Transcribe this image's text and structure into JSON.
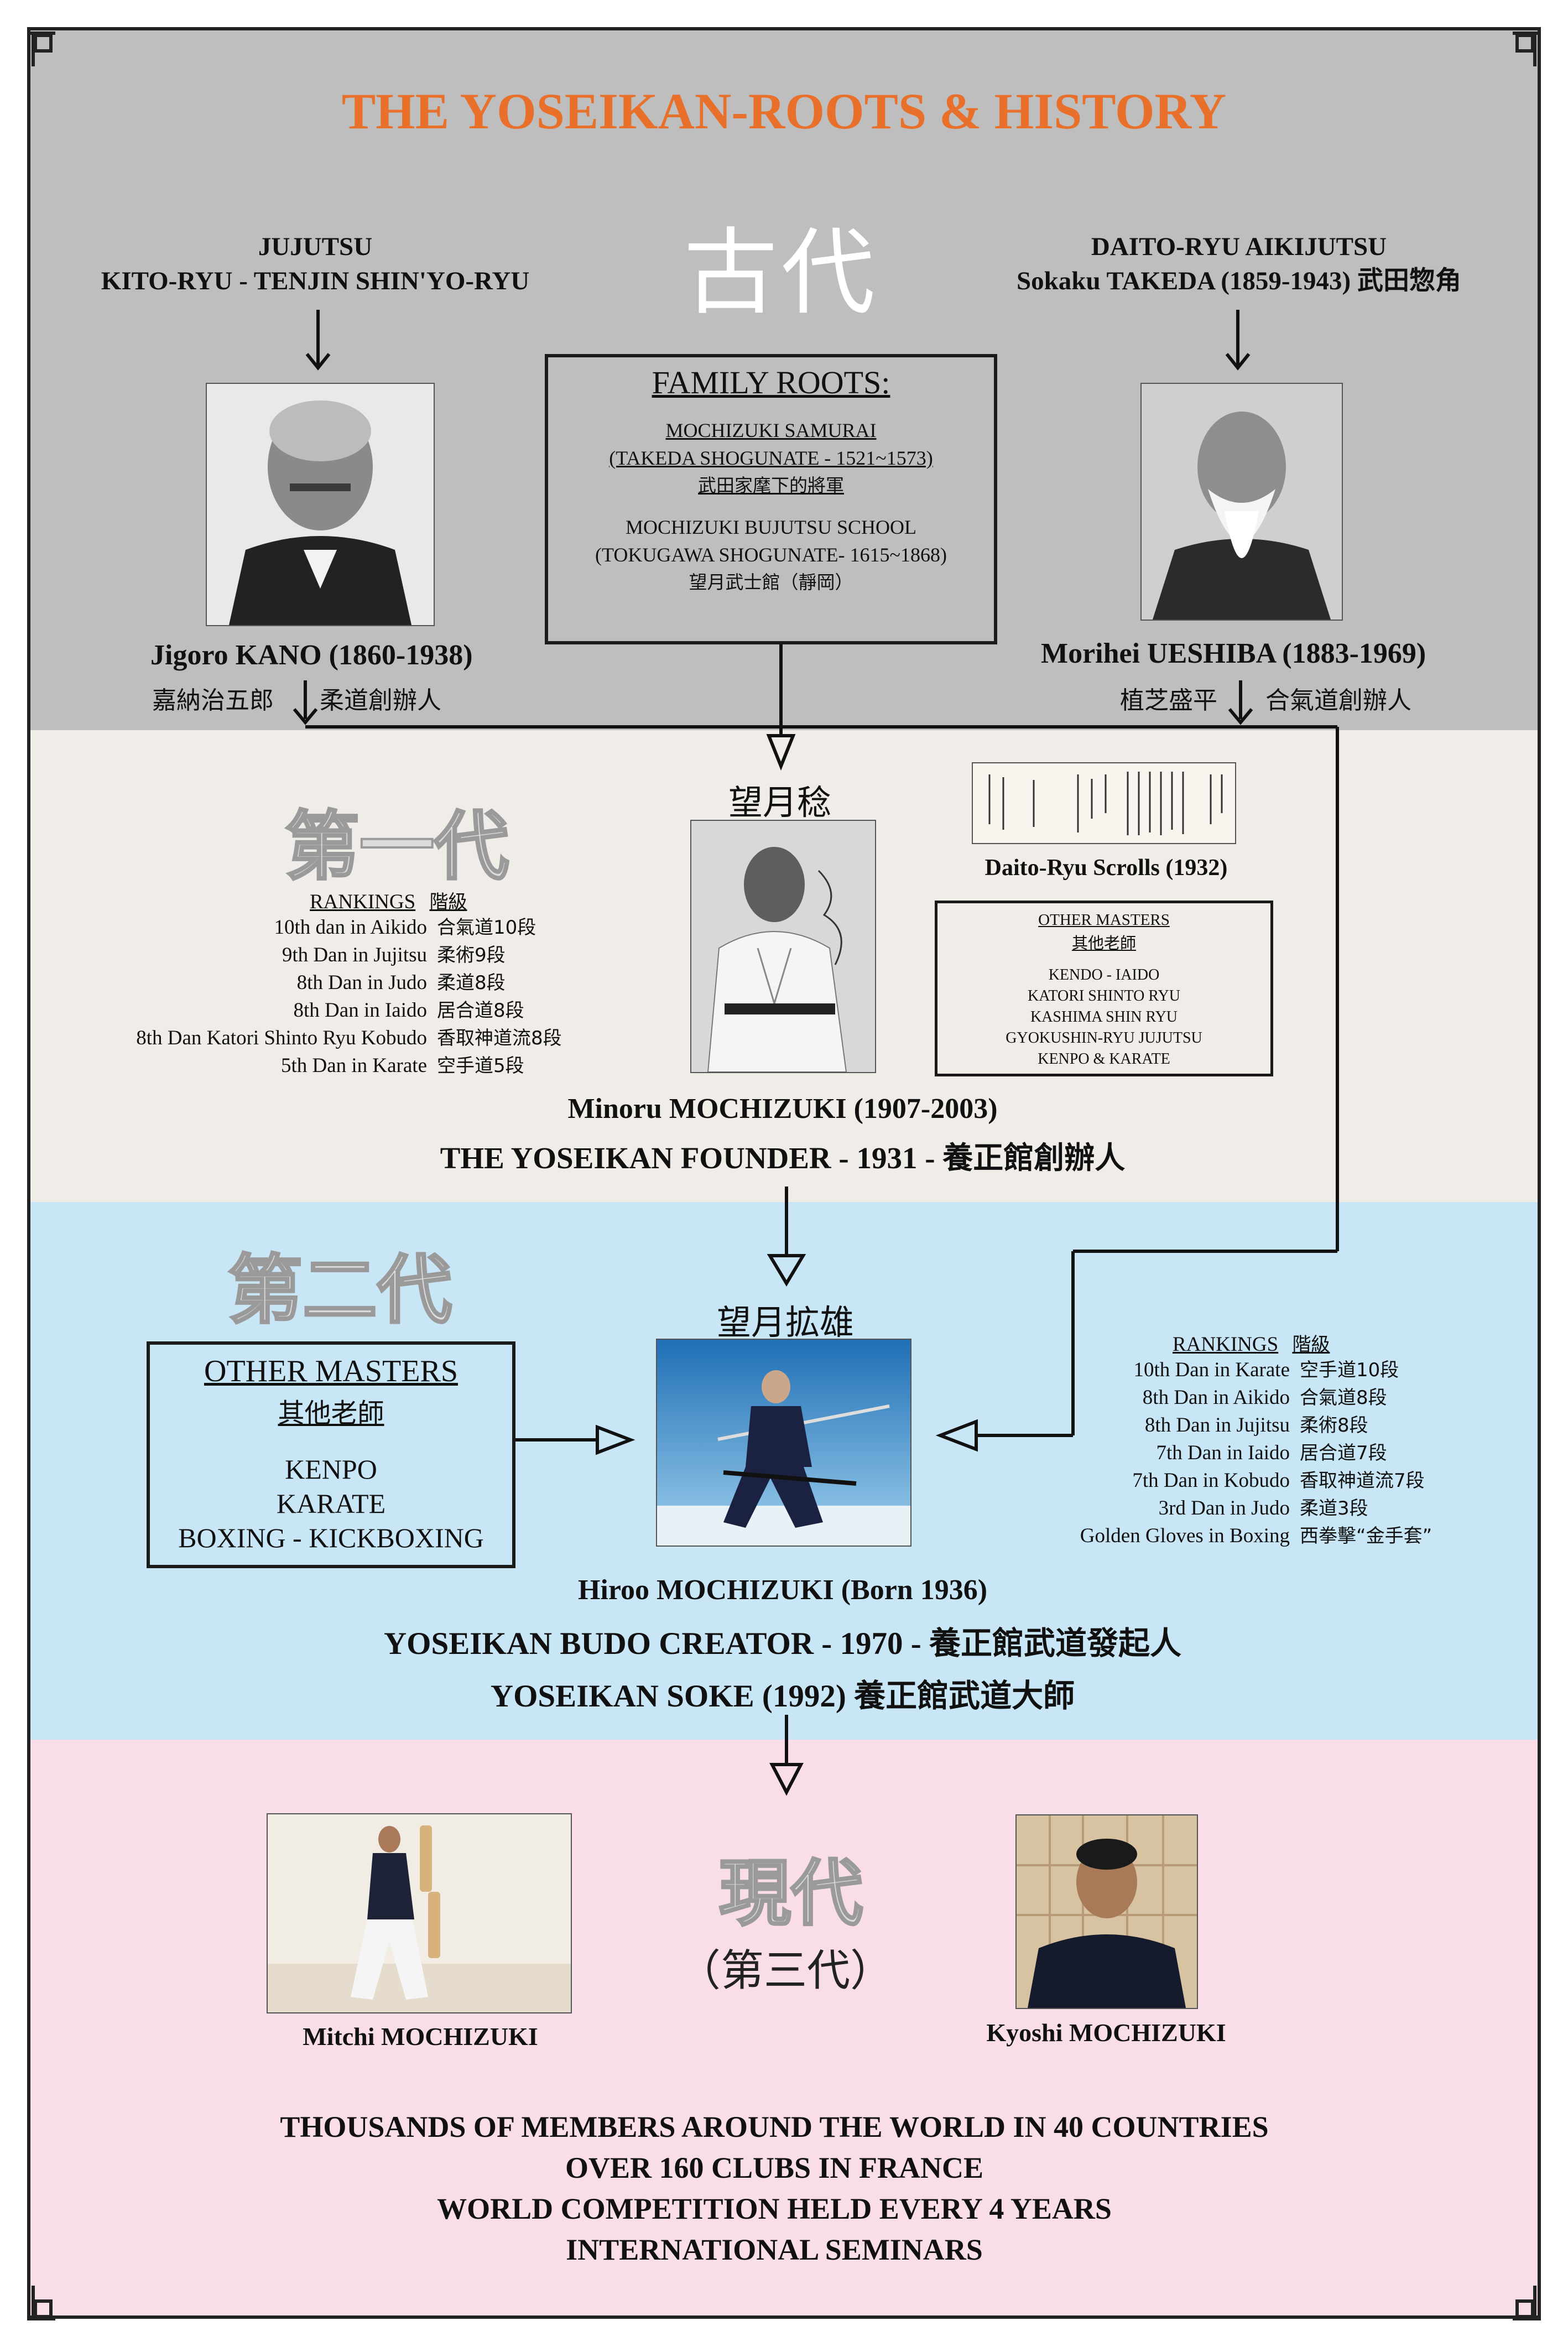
{
  "title": "THE YOSEIKAN-ROOTS & HISTORY",
  "colors": {
    "title": "#e8702a",
    "band_ancient": "#bebebe",
    "band_gen1": "#f0ece8",
    "band_gen2": "#c8e6f5",
    "band_gen3": "#f9dde8",
    "frame": "#222222"
  },
  "ancient": {
    "era_label": "古代",
    "left": {
      "line1": "JUJUTSU",
      "line2": "KITO-RYU - TENJIN SHIN'YO-RYU"
    },
    "right": {
      "line1": "DAITO-RYU AIKIJUTSU",
      "line2": "Sokaku TAKEDA (1859-1943) 武田惣角"
    },
    "family_roots": {
      "heading": "FAMILY ROOTS:",
      "samurai_line1": "MOCHIZUKI SAMURAI",
      "samurai_line2": "(TAKEDA SHOGUNATE - 1521~1573)",
      "samurai_line3": "武田家麾下的將軍",
      "school_line1": "MOCHIZUKI BUJUTSU SCHOOL",
      "school_line2": "(TOKUGAWA SHOGUNATE- 1615~1868)",
      "school_line3": "望月武士館（靜岡）"
    },
    "kano": {
      "name": "Jigoro KANO (1860-1938)",
      "jp_name": "嘉納治五郎",
      "jp_title": "柔道創辦人"
    },
    "ueshiba": {
      "name": "Morihei UESHIBA (1883-1969)",
      "jp_name": "植芝盛平",
      "jp_title": "合氣道創辦人"
    }
  },
  "gen1": {
    "label": "第一代",
    "jp_name": "望月稔",
    "scroll_caption": "Daito-Ryu Scrolls (1932)",
    "rankings_heading": "RANKINGS",
    "rankings_heading_jp": "階級",
    "rankings": [
      {
        "en": "10th dan in Aikido",
        "jp": "合氣道10段"
      },
      {
        "en": "9th Dan in Jujitsu",
        "jp": "柔術9段"
      },
      {
        "en": "8th Dan in Judo",
        "jp": "柔道8段"
      },
      {
        "en": "8th Dan in Iaido",
        "jp": "居合道8段"
      },
      {
        "en": "8th Dan Katori Shinto Ryu Kobudo",
        "jp": "香取神道流8段"
      },
      {
        "en": "5th Dan in Karate",
        "jp": "空手道5段"
      }
    ],
    "other_masters": {
      "heading": "OTHER MASTERS",
      "heading_jp": "其他老師",
      "items": [
        "KENDO - IAIDO",
        "KATORI SHINTO RYU",
        "KASHIMA SHIN RYU",
        "GYOKUSHIN-RYU JUJUTSU",
        "KENPO & KARATE"
      ]
    },
    "name": "Minoru MOCHIZUKI (1907-2003)",
    "title": "THE YOSEIKAN FOUNDER - 1931 - 養正館創辦人"
  },
  "gen2": {
    "label": "第二代",
    "jp_name": "望月拡雄",
    "other_masters": {
      "heading": "OTHER MASTERS",
      "heading_jp": "其他老師",
      "items": [
        "KENPO",
        "KARATE",
        "BOXING - KICKBOXING"
      ]
    },
    "rankings_heading": "RANKINGS",
    "rankings_heading_jp": "階級",
    "rankings": [
      {
        "en": "10th Dan in Karate",
        "jp": "空手道10段"
      },
      {
        "en": "8th Dan in Aikido",
        "jp": "合氣道8段"
      },
      {
        "en": "8th Dan in Jujitsu",
        "jp": "柔術8段"
      },
      {
        "en": "7th Dan in Iaido",
        "jp": "居合道7段"
      },
      {
        "en": "7th Dan in Kobudo",
        "jp": "香取神道流7段"
      },
      {
        "en": "3rd Dan in Judo",
        "jp": "柔道3段"
      },
      {
        "en": "Golden Gloves in Boxing",
        "jp": "西拳擊“金手套”"
      }
    ],
    "name": "Hiroo MOCHIZUKI (Born 1936)",
    "line2": "YOSEIKAN BUDO CREATOR - 1970 - 養正館武道發起人",
    "line3": "YOSEIKAN SOKE (1992) 養正館武道大師"
  },
  "gen3": {
    "label": "現代",
    "sublabel": "（第三代）",
    "left_name": "Mitchi MOCHIZUKI",
    "right_name": "Kyoshi MOCHIZUKI",
    "facts": [
      "THOUSANDS OF MEMBERS AROUND THE WORLD IN 40 COUNTRIES",
      "OVER 160 CLUBS IN FRANCE",
      "WORLD COMPETITION HELD EVERY 4 YEARS",
      "INTERNATIONAL SEMINARS"
    ]
  }
}
